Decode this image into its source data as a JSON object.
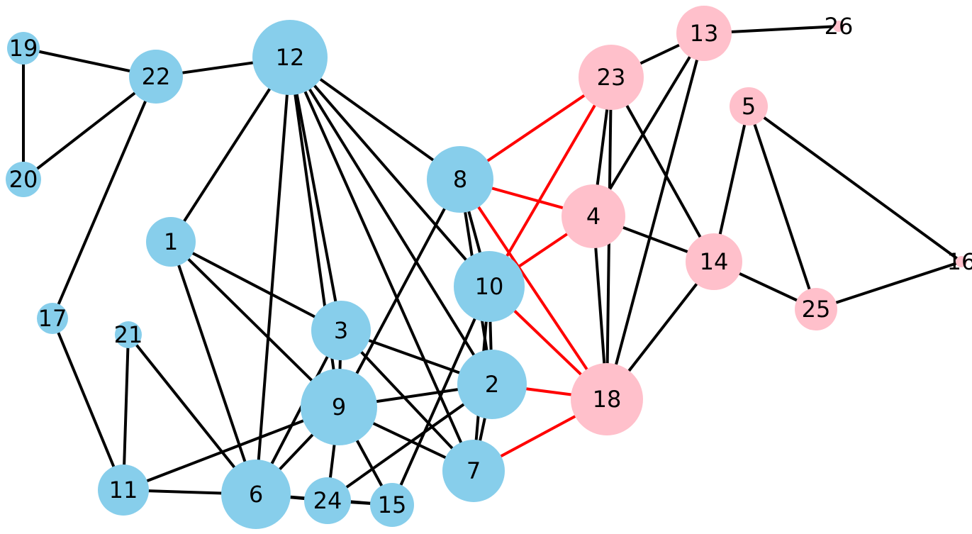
{
  "colors": {
    "community_a": "#87CEEB",
    "community_b": "#FFC0CB",
    "edge_default": "#000000",
    "edge_cross": "#FF0000"
  },
  "graph": {
    "type": "network",
    "nodes": [
      {
        "id": "1",
        "label": "1",
        "group": "a"
      },
      {
        "id": "2",
        "label": "2",
        "group": "a"
      },
      {
        "id": "3",
        "label": "3",
        "group": "a"
      },
      {
        "id": "4",
        "label": "4",
        "group": "b"
      },
      {
        "id": "5",
        "label": "5",
        "group": "b"
      },
      {
        "id": "6",
        "label": "6",
        "group": "a"
      },
      {
        "id": "7",
        "label": "7",
        "group": "a"
      },
      {
        "id": "8",
        "label": "8",
        "group": "a"
      },
      {
        "id": "9",
        "label": "9",
        "group": "a"
      },
      {
        "id": "10",
        "label": "10",
        "group": "a"
      },
      {
        "id": "11",
        "label": "11",
        "group": "a"
      },
      {
        "id": "12",
        "label": "12",
        "group": "a"
      },
      {
        "id": "13",
        "label": "13",
        "group": "b"
      },
      {
        "id": "14",
        "label": "14",
        "group": "b"
      },
      {
        "id": "15",
        "label": "15",
        "group": "a"
      },
      {
        "id": "16",
        "label": "16",
        "group": "b"
      },
      {
        "id": "17",
        "label": "17",
        "group": "a"
      },
      {
        "id": "18",
        "label": "18",
        "group": "b"
      },
      {
        "id": "19",
        "label": "19",
        "group": "a"
      },
      {
        "id": "20",
        "label": "20",
        "group": "a"
      },
      {
        "id": "21",
        "label": "21",
        "group": "a"
      },
      {
        "id": "22",
        "label": "22",
        "group": "a"
      },
      {
        "id": "23",
        "label": "23",
        "group": "b"
      },
      {
        "id": "24",
        "label": "24",
        "group": "a"
      },
      {
        "id": "25",
        "label": "25",
        "group": "b"
      },
      {
        "id": "26",
        "label": "26",
        "group": "b"
      }
    ],
    "edges": [
      {
        "source": "19",
        "target": "22",
        "cross": false
      },
      {
        "source": "19",
        "target": "20",
        "cross": false
      },
      {
        "source": "22",
        "target": "20",
        "cross": false
      },
      {
        "source": "22",
        "target": "12",
        "cross": false
      },
      {
        "source": "22",
        "target": "17",
        "cross": false
      },
      {
        "source": "17",
        "target": "11",
        "cross": false
      },
      {
        "source": "12",
        "target": "1",
        "cross": false
      },
      {
        "source": "12",
        "target": "6",
        "cross": false
      },
      {
        "source": "12",
        "target": "3",
        "cross": false
      },
      {
        "source": "12",
        "target": "9",
        "cross": false
      },
      {
        "source": "12",
        "target": "7",
        "cross": false
      },
      {
        "source": "12",
        "target": "2",
        "cross": false
      },
      {
        "source": "12",
        "target": "10",
        "cross": false
      },
      {
        "source": "12",
        "target": "8",
        "cross": false
      },
      {
        "source": "1",
        "target": "3",
        "cross": false
      },
      {
        "source": "1",
        "target": "9",
        "cross": false
      },
      {
        "source": "1",
        "target": "6",
        "cross": false
      },
      {
        "source": "21",
        "target": "11",
        "cross": false
      },
      {
        "source": "21",
        "target": "6",
        "cross": false
      },
      {
        "source": "3",
        "target": "9",
        "cross": false
      },
      {
        "source": "3",
        "target": "2",
        "cross": false
      },
      {
        "source": "3",
        "target": "7",
        "cross": false
      },
      {
        "source": "3",
        "target": "6",
        "cross": false
      },
      {
        "source": "8",
        "target": "9",
        "cross": false
      },
      {
        "source": "8",
        "target": "10",
        "cross": false
      },
      {
        "source": "8",
        "target": "2",
        "cross": false
      },
      {
        "source": "10",
        "target": "2",
        "cross": false
      },
      {
        "source": "10",
        "target": "7",
        "cross": false
      },
      {
        "source": "10",
        "target": "15",
        "cross": false
      },
      {
        "source": "2",
        "target": "9",
        "cross": false
      },
      {
        "source": "2",
        "target": "7",
        "cross": false
      },
      {
        "source": "2",
        "target": "24",
        "cross": false
      },
      {
        "source": "9",
        "target": "11",
        "cross": false
      },
      {
        "source": "9",
        "target": "6",
        "cross": false
      },
      {
        "source": "9",
        "target": "24",
        "cross": false
      },
      {
        "source": "9",
        "target": "15",
        "cross": false
      },
      {
        "source": "9",
        "target": "7",
        "cross": false
      },
      {
        "source": "11",
        "target": "6",
        "cross": false
      },
      {
        "source": "6",
        "target": "24",
        "cross": false
      },
      {
        "source": "6",
        "target": "15",
        "cross": false
      },
      {
        "source": "24",
        "target": "15",
        "cross": false
      },
      {
        "source": "8",
        "target": "23",
        "cross": true
      },
      {
        "source": "8",
        "target": "4",
        "cross": true
      },
      {
        "source": "8",
        "target": "18",
        "cross": true
      },
      {
        "source": "10",
        "target": "23",
        "cross": true
      },
      {
        "source": "10",
        "target": "4",
        "cross": true
      },
      {
        "source": "10",
        "target": "18",
        "cross": true
      },
      {
        "source": "2",
        "target": "18",
        "cross": true
      },
      {
        "source": "7",
        "target": "18",
        "cross": true
      },
      {
        "source": "23",
        "target": "13",
        "cross": false
      },
      {
        "source": "23",
        "target": "4",
        "cross": false
      },
      {
        "source": "23",
        "target": "18",
        "cross": false
      },
      {
        "source": "23",
        "target": "14",
        "cross": false
      },
      {
        "source": "13",
        "target": "26",
        "cross": false
      },
      {
        "source": "13",
        "target": "4",
        "cross": false
      },
      {
        "source": "13",
        "target": "18",
        "cross": false
      },
      {
        "source": "4",
        "target": "14",
        "cross": false
      },
      {
        "source": "4",
        "target": "18",
        "cross": false
      },
      {
        "source": "14",
        "target": "18",
        "cross": false
      },
      {
        "source": "14",
        "target": "25",
        "cross": false
      },
      {
        "source": "14",
        "target": "5",
        "cross": false
      },
      {
        "source": "5",
        "target": "25",
        "cross": false
      },
      {
        "source": "5",
        "target": "16",
        "cross": false
      },
      {
        "source": "25",
        "target": "16",
        "cross": false
      }
    ]
  }
}
